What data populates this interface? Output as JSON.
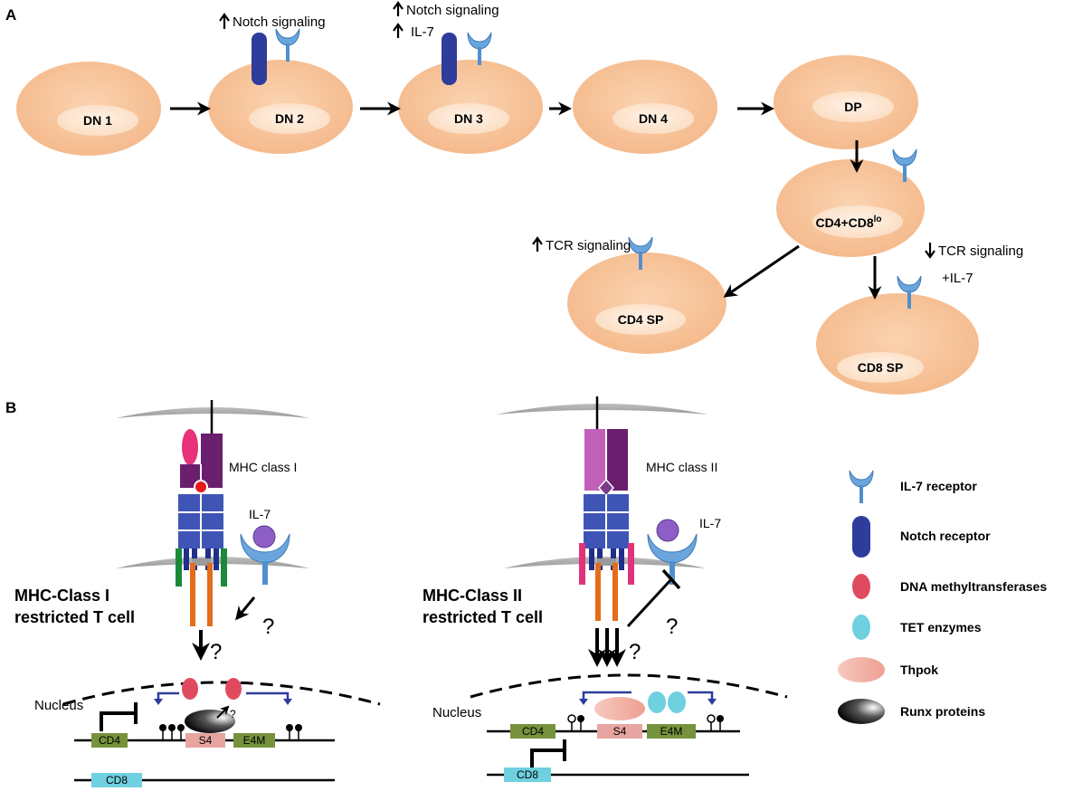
{
  "panels": {
    "a": "A",
    "b": "B"
  },
  "cells": {
    "dn1": "DN 1",
    "dn2": "DN 2",
    "dn3": "DN 3",
    "dn4": "DN 4",
    "dp": "DP",
    "cd4cd8": "CD4+CD8",
    "cd4cd8_sup": "lo",
    "cd4sp": "CD4 SP",
    "cd8sp": "CD8 SP"
  },
  "annotations": {
    "dn2_notch": "Notch signaling",
    "dn3_notch": "Notch signaling",
    "dn3_il7": "IL-7",
    "tcr_up": "TCR signaling",
    "tcr_down": "TCR signaling",
    "plus_il7": "+IL-7"
  },
  "class1": {
    "mhc_label": "MHC class I",
    "il7_label": "IL-7",
    "title_line1": "MHC-Class I",
    "title_line2": "restricted T cell",
    "nucleus": "Nucleus",
    "genes": {
      "cd4": "CD4",
      "s4": "S4",
      "e4m": "E4M",
      "cd8": "CD8"
    },
    "q": "?"
  },
  "class2": {
    "mhc_label": "MHC class II",
    "il7_label": "IL-7",
    "title_line1": "MHC-Class II",
    "title_line2": "restricted T cell",
    "nucleus": "Nucleus",
    "genes": {
      "cd4": "CD4",
      "s4": "S4",
      "e4m": "E4M",
      "cd8": "CD8"
    },
    "q": "?"
  },
  "legend": [
    {
      "icon": "il7-receptor-icon",
      "label": "IL-7 receptor"
    },
    {
      "icon": "notch-receptor-icon",
      "label": "Notch receptor"
    },
    {
      "icon": "dna-methyltransferase-icon",
      "label": "DNA methyltransferases"
    },
    {
      "icon": "tet-enzyme-icon",
      "label": "TET enzymes"
    },
    {
      "icon": "thpok-icon",
      "label": "Thpok"
    },
    {
      "icon": "runx-icon",
      "label": "Runx proteins"
    }
  ],
  "colors": {
    "cell": "#f9c59b",
    "nucleus": "#fde5cf",
    "receptor": "#5b9bd5",
    "notch": "#2e3c9c",
    "dnmt": "#e04a5f",
    "tet": "#6fd0e0",
    "thpok": "#f2b0a5",
    "gene_green": "#76923c",
    "gene_pink": "#e6a5a0",
    "gene_cyan": "#6fd0e0"
  }
}
